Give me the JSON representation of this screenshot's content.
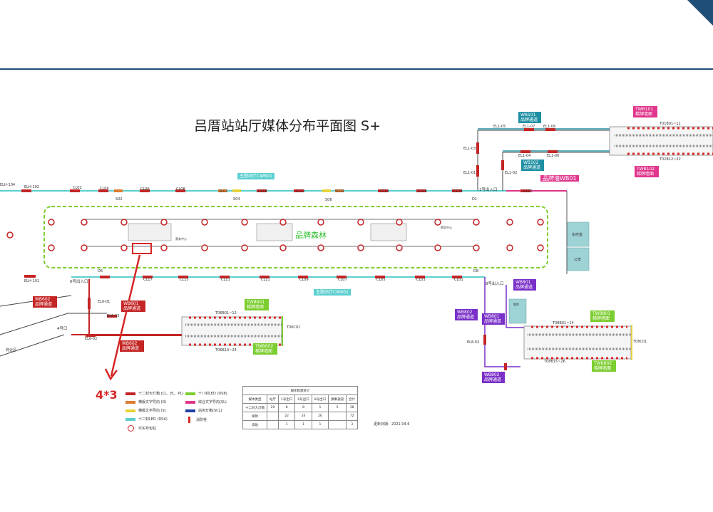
{
  "title": "吕厝站站厅媒体分布平面图 S+",
  "zone": {
    "label": "品牌森林"
  },
  "annotation": "4*3",
  "colors": {
    "green": "#2fbf2f",
    "cyan": "#5ccfd0",
    "red": "#c42525",
    "purple": "#7a2fc8",
    "pink": "#e0368c",
    "teal": "#1f8fa3",
    "lime": "#7ccd2f",
    "navy": "#1f4e79"
  },
  "tags": {
    "cwb01": "主题站厅CWB01",
    "cwb02": "主题站厅CWB02",
    "wb01": "品牌墙WB01",
    "wb101": "WB101 品牌通道",
    "wb102": "WB102 品牌通道",
    "twb101": "TWB101 梯牌墙面",
    "twb102": "TWB102 梯牌墙面",
    "wb601": "WB601 品牌通道",
    "wb602": "WB602 品牌通道",
    "twb601": "TWB601 梯牌墙面",
    "twb602": "TWB602 梯牌墙面",
    "wb801": "WB801 品牌通道",
    "wb802a": "WB802 品牌通道",
    "wb801b": "WB801 品牌通道",
    "wb802b": "WB802 品牌通道",
    "twb801": "TWB801 梯牌墙面",
    "twb802": "TWB802 梯牌墙面",
    "wb602b": "WB602 品牌通道",
    "left": "WB602 品牌通道"
  },
  "labels": {
    "top_row": [
      "ELH-104",
      "ELH-102",
      "CL02",
      "CL04",
      "CL06",
      "CL08",
      "SL02",
      "CL10",
      "CL12",
      "SL04",
      "CL14",
      "CL16",
      "CL18",
      "CL20"
    ],
    "top_sub": [
      "S02",
      "S04",
      "S06",
      "D1"
    ],
    "bottom_row": [
      "D6",
      "CL17",
      "CL15",
      "CL13",
      "CL11",
      "CL09",
      "CL07",
      "CL05",
      "CL03",
      "CL01",
      "D8"
    ],
    "exits": [
      "1号出入口",
      "6号出入口",
      "4号口",
      "8号出入口"
    ],
    "el": [
      "EL1-05",
      "EL1-06",
      "EL1-07",
      "EL1-03",
      "EL1-04",
      "EL1-06",
      "EL1-01",
      "EL1-02",
      "EL6-01",
      "EL6-03",
      "EL6-02",
      "ELH-101",
      "EL8-02"
    ],
    "stairs": [
      "T01B01~11",
      "T01B12~22",
      "T06B01~12",
      "T06B13~24",
      "T06C01",
      "T08B01~14",
      "T08B15~26",
      "T08C01"
    ],
    "misc": [
      "商业区",
      "车控室",
      "公安",
      "票务中心",
      "票务中心",
      "票房"
    ]
  },
  "legend": [
    {
      "label": "十二封大灯箱 (CL、EL、PL)",
      "color": "#c42525"
    },
    {
      "label": "横版文字导向 (D)",
      "color": "#e07b2f"
    },
    {
      "label": "横版文字导向 (S)",
      "color": "#e6d23a"
    },
    {
      "label": "十二封LED (DSA)",
      "color": "#5ccfd0"
    },
    {
      "label": "可买布包柱",
      "color": "#d62626"
    },
    {
      "label": "十八封LED (DSB)",
      "color": "#7ccd2f"
    },
    {
      "label": "综合文字导向(SL)",
      "color": "#e0368c"
    },
    {
      "label": "站务灯箱(SCL)",
      "color": "#1f3fa3"
    },
    {
      "label": "消防栓",
      "color": "#d62626"
    }
  ],
  "stats": {
    "title": "媒体数量统计",
    "headers": [
      "媒体类型",
      "站厅",
      "1号出口",
      "6号出口",
      "8号出口",
      "换乘通道",
      "合计"
    ],
    "rows": [
      [
        "十二封大灯箱",
        "20",
        "8",
        "8",
        "1",
        "5",
        "38"
      ],
      [
        "梯牌",
        "",
        "22",
        "24",
        "26",
        "",
        "72"
      ],
      [
        "墙贴",
        "",
        "1",
        "1",
        "1",
        "",
        "3"
      ]
    ],
    "updated": "更新日期：2021.04.6"
  }
}
